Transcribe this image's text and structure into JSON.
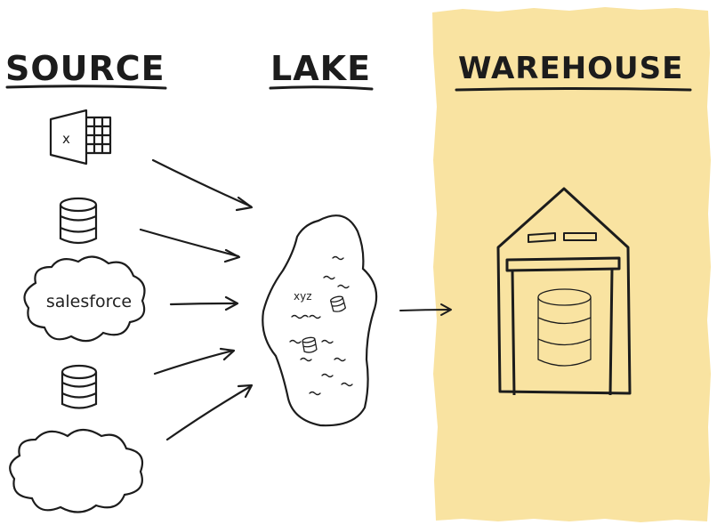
{
  "headings": {
    "source": "SOURCE",
    "lake": "LAKE",
    "warehouse": "WAREHOUSE"
  },
  "source_items": [
    {
      "icon": "excel-file-icon"
    },
    {
      "icon": "database-icon"
    },
    {
      "icon": "salesforce-cloud-icon",
      "label": "salesforce"
    },
    {
      "icon": "database-icon"
    },
    {
      "icon": "cloud-icon"
    }
  ],
  "lake": {
    "icon": "lake-icon",
    "label": "xyz"
  },
  "warehouse": {
    "icon": "warehouse-building-icon",
    "color": "#f9e3a1"
  }
}
